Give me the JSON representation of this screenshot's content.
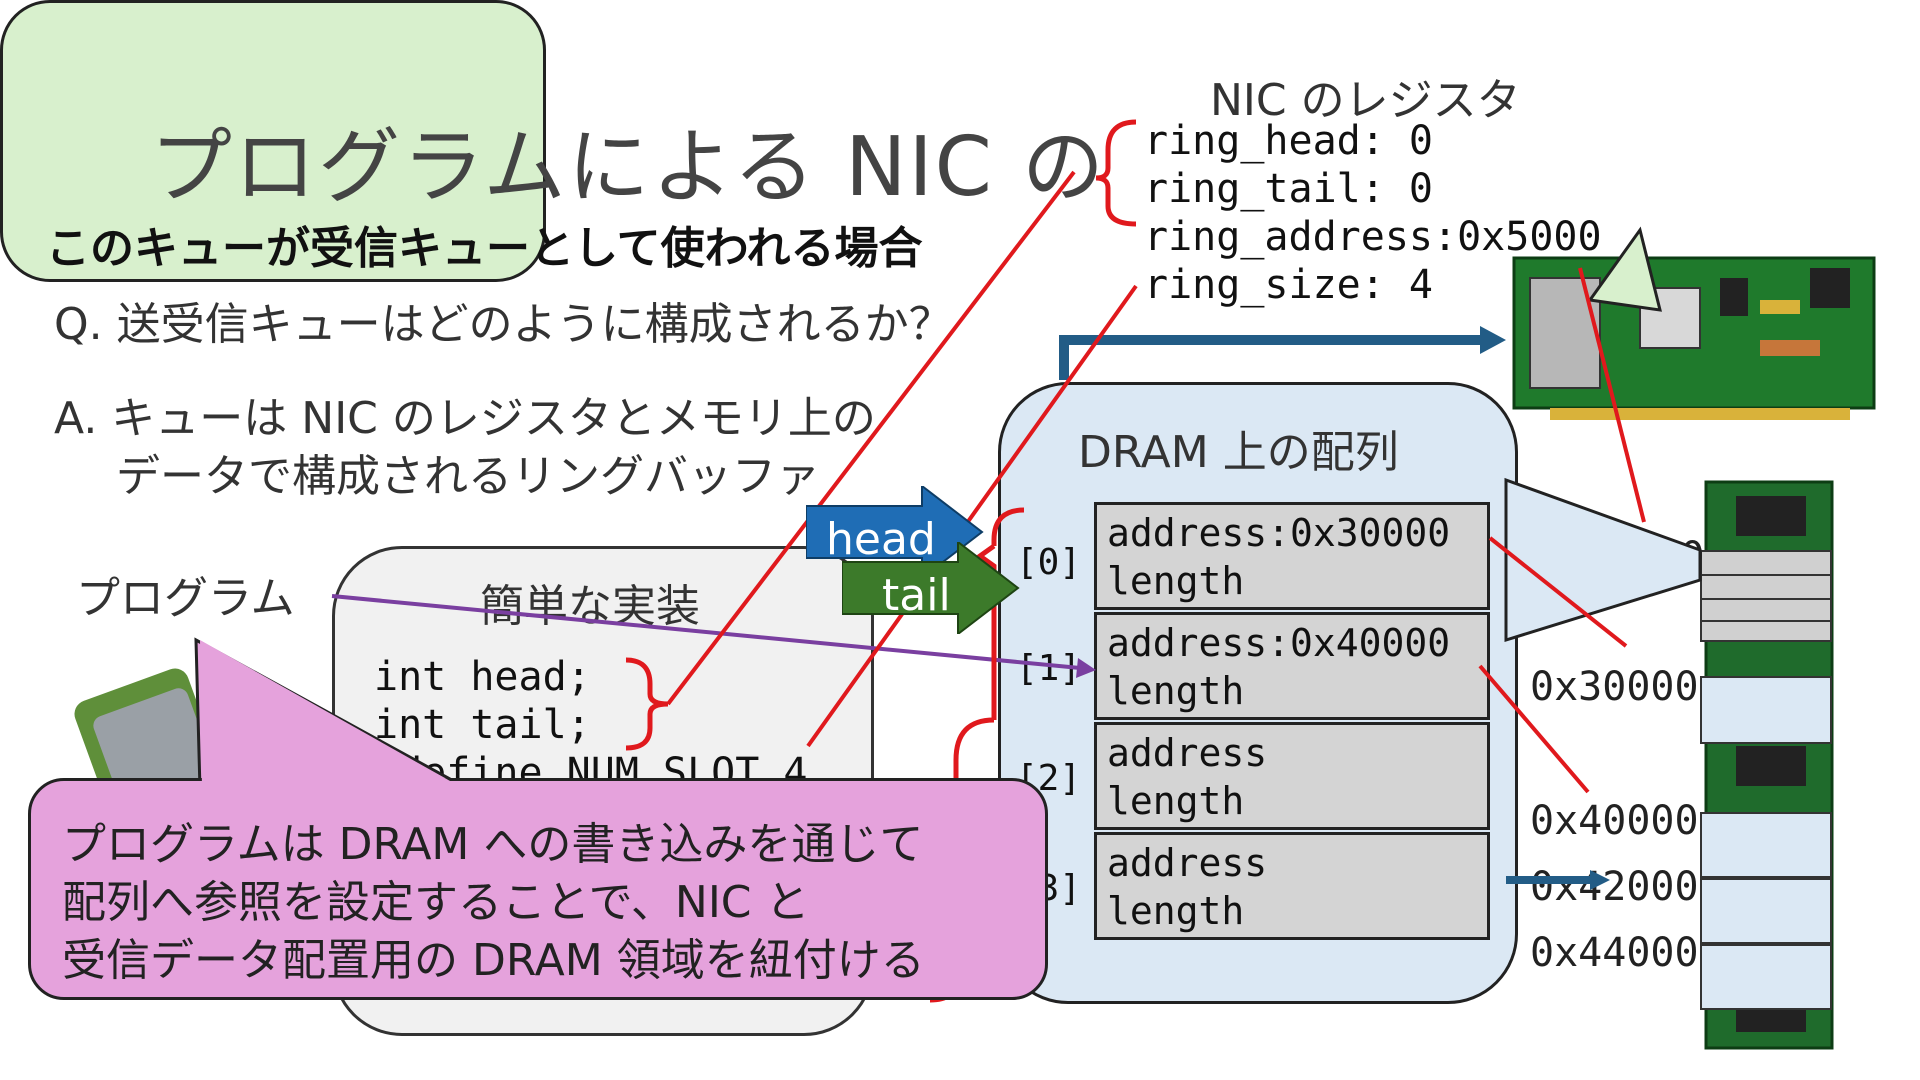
{
  "slide": {
    "title": "プログラムによる NIC の",
    "subtitle": "このキューが受信キューとして使われる場合",
    "question": "Q. 送受信キューはどのように構成されるか？",
    "answer_line1": "A. キューは NIC のレジスタとメモリ上の",
    "answer_line2": "データで構成されるリングバッファ",
    "program_label": "プログラム"
  },
  "implementation": {
    "title": "簡単な実装",
    "code_lines": [
      "int head;",
      "int tail;",
      "#define NUM_SLOT 4"
    ]
  },
  "callout": {
    "lines": [
      "プログラムは DRAM への書き込みを通じて",
      "配列へ参照を設定することで、NIC と",
      "受信データ配置用の DRAM 領域を紐付ける"
    ],
    "color": "#e5a2dc"
  },
  "registers": {
    "title": "NIC のレジスタ",
    "lines": [
      "ring_head: 0",
      "ring_tail: 0",
      "ring_address:0x5000",
      "ring_size: 4"
    ],
    "color": "#d8f0cd"
  },
  "dram_array": {
    "title": "DRAM 上の配列",
    "indices": [
      "[0]",
      "[1]",
      "[2]",
      "[3]"
    ],
    "slots": [
      {
        "line1": "address:0x30000",
        "line2": "length"
      },
      {
        "line1": "address:0x40000",
        "line2": "length"
      },
      {
        "line1": "address",
        "line2": "length"
      },
      {
        "line1": "address",
        "line2": "length"
      }
    ],
    "color": "#dbe8f4"
  },
  "pointers": {
    "head_label": "head",
    "tail_label": "tail",
    "head_color": "#1f6db5",
    "tail_color": "#3c7a2a"
  },
  "memory_addresses": [
    "0x5000",
    "0x30000",
    "0x40000",
    "0x42000",
    "0x44000"
  ],
  "colors": {
    "red_line": "#e0191d",
    "purple_arrow": "#7a3fa0",
    "blue_arrow": "#225c86"
  }
}
